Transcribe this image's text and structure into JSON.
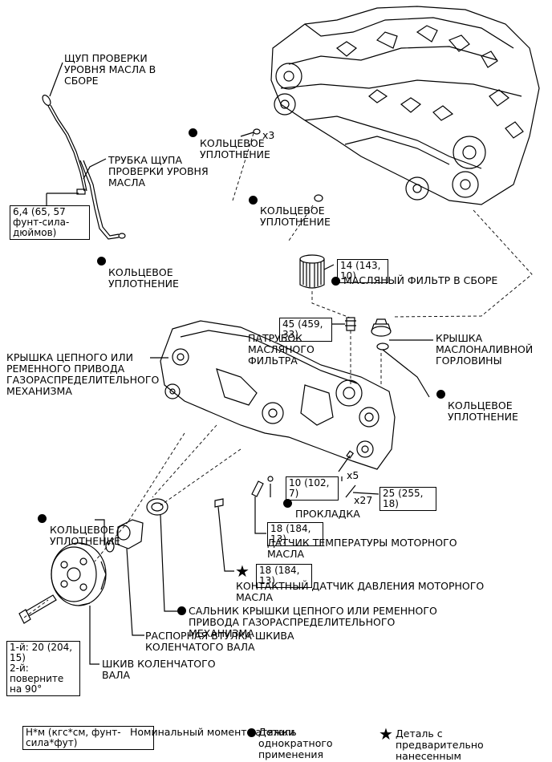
{
  "labels": {
    "dipstick": "ЩУП ПРОВЕРКИ\nУРОВНЯ МАСЛА В\nСБОРЕ",
    "dipstick_tube": "ТРУБКА ЩУПА\nПРОВЕРКИ УРОВНЯ\nМАСЛА",
    "oring_top": "КОЛЬЦЕВОЕ\nУПЛОТНЕНИЕ",
    "x3": "x3",
    "oring_mid": "КОЛЬЦЕВОЕ\nУПЛОТНЕНИЕ",
    "oring_left": "КОЛЬЦЕВОЕ\nУПЛОТНЕНИЕ",
    "oil_filter": "МАСЛЯНЫЙ ФИЛЬТР В СБОРЕ",
    "filter_union": "ПАТРУБОК\nМАСЛЯНОГО\nФИЛЬТРА",
    "oil_filler_cap": "КРЫШКА\nМАСЛОНАЛИВНОЙ\nГОРЛОВИНЫ",
    "timing_cover": "КРЫШКА ЦЕПНОГО ИЛИ\nРЕМЕННОГО ПРИВОДА\nГАЗОРАСПРЕДЕЛИТЕЛЬНОГО\nМЕХАНИЗМА",
    "oring_cap": "КОЛЬЦЕВОЕ\nУПЛОТНЕНИЕ",
    "x5": "x5",
    "x27": "x27",
    "gasket": "ПРОКЛАДКА",
    "temp_sensor": "ДАТЧИК ТЕМПЕРАТУРЫ МОТОРНОГО\nМАСЛА",
    "pressure_switch": "КОНТАКТНЫЙ ДАТЧИК ДАВЛЕНИЯ МОТОРНОГО\nМАСЛА",
    "oring_pulley": "КОЛЬЦЕВОЕ\nУПЛОТНЕНИЕ",
    "oil_seal": "САЛЬНИК КРЫШКИ ЦЕПНОГО ИЛИ РЕМЕННОГО\nПРИВОДА ГАЗОРАСПРЕДЕЛИТЕЛЬНОГО\nМЕХАНИЗМА",
    "spacer": "РАСПОРНАЯ ВТУЛКА ШКИВА\nКОЛЕНЧАТОГО ВАЛА",
    "pulley": "ШКИВ КОЛЕНЧАТОГО\nВАЛА"
  },
  "torques": {
    "dipstick_tube": "6,4 (65, 57\nфунт-сила-дюймов)",
    "oil_filter": "14 (143,\n10)",
    "filter_union": "45 (459,\n33)",
    "bolts_x5": "10 (102, 7)",
    "bolts_x27": "25 (255, 18)",
    "temp_sensor": "18 (184, 13)",
    "pressure_switch": "18 (184, 13)",
    "pulley_bolt": "1-й: 20 (204,\n15)\n2-й: поверните\nна 90°"
  },
  "legend": {
    "unit_box": "Н*м (кгс*см, фунт-сила*фут)",
    "torque_text": "Номинальный момент затяжки",
    "non_reusable": "Деталь\nоднократного\nприменения",
    "precoated": "Деталь с\nпредварительно\nнанесенным"
  },
  "colors": {
    "line": "#000000",
    "background": "#ffffff"
  }
}
